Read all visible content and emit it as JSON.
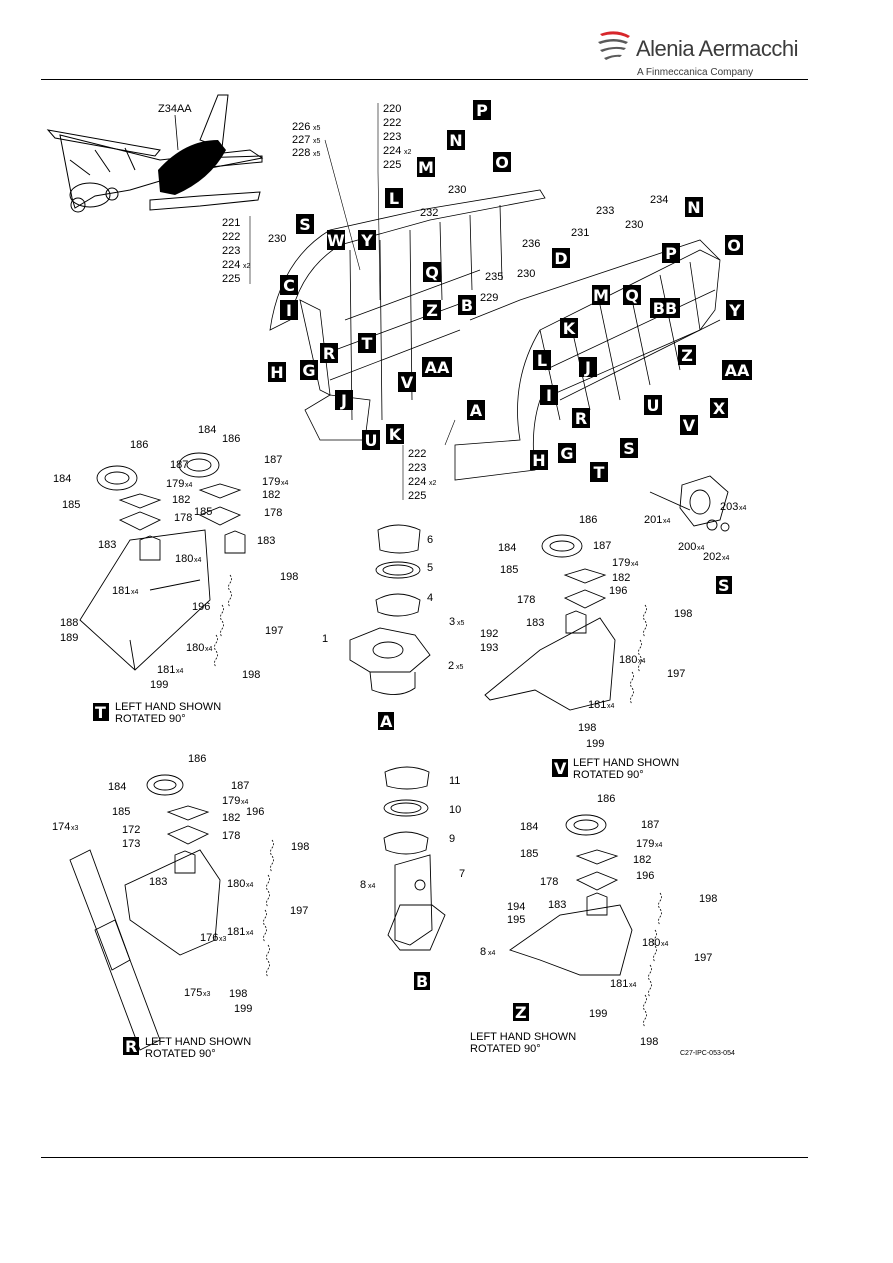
{
  "header": {
    "brand_name": "Alenia Aermacchi",
    "brand_tagline": "A Finmeccanica Company",
    "brand_colors": {
      "red": "#d7262b",
      "gray": "#5a5a5a"
    }
  },
  "aircraft_zone": "Z34AA",
  "figure_code": "C27-IPC-053-054",
  "callout_groups": {
    "g1": [
      "226",
      "227",
      "228"
    ],
    "g1_qty": [
      "x5",
      "x5",
      "x5"
    ],
    "g2": [
      "220",
      "222",
      "223",
      "224",
      "225"
    ],
    "g2_qty": "x2",
    "g3": [
      "221",
      "222",
      "223",
      "224",
      "225"
    ],
    "g4": [
      "222",
      "223",
      "224",
      "225"
    ]
  },
  "main_callouts": [
    "230",
    "232",
    "233",
    "230",
    "234",
    "231",
    "236",
    "230",
    "235",
    "229",
    "230"
  ],
  "view_tags": {
    "left": [
      "P",
      "N",
      "O",
      "M",
      "L",
      "S",
      "W",
      "Y",
      "C",
      "I",
      "Q",
      "H",
      "G",
      "R",
      "T",
      "Z",
      "AA",
      "J",
      "V",
      "U",
      "K"
    ],
    "right": [
      "N",
      "O",
      "P",
      "D",
      "M",
      "Q",
      "BB",
      "Y",
      "B",
      "K",
      "J",
      "Z",
      "AA",
      "L",
      "I",
      "A",
      "R",
      "G",
      "H",
      "T",
      "S",
      "U",
      "V",
      "X"
    ]
  },
  "detail_T": {
    "tag": "T",
    "caption_1": "LEFT HAND SHOWN",
    "caption_2": "ROTATED 90°",
    "numbers": [
      "186",
      "184",
      "186",
      "187",
      "187",
      "184",
      "179",
      "179",
      "185",
      "182",
      "182",
      "185",
      "178",
      "178",
      "183",
      "183",
      "180",
      "181",
      "198",
      "196",
      "197",
      "188",
      "189",
      "180",
      "181",
      "198",
      "199"
    ]
  },
  "detail_A": {
    "tag": "A",
    "numbers": [
      "6",
      "5",
      "4",
      "3",
      "1",
      "2"
    ]
  },
  "detail_S": {
    "tag": "S",
    "numbers": [
      "201",
      "203",
      "200",
      "202"
    ]
  },
  "detail_V": {
    "tag": "V",
    "caption_1": "LEFT HAND SHOWN",
    "caption_2": "ROTATED 90°",
    "numbers": [
      "186",
      "187",
      "184",
      "179",
      "185",
      "182",
      "196",
      "178",
      "198",
      "183",
      "192",
      "193",
      "180",
      "197",
      "181",
      "198",
      "199"
    ]
  },
  "detail_R": {
    "tag": "R",
    "caption_1": "LEFT HAND SHOWN",
    "caption_2": "ROTATED 90°",
    "numbers": [
      "186",
      "184",
      "187",
      "179",
      "185",
      "182",
      "196",
      "174",
      "172",
      "173",
      "178",
      "198",
      "183",
      "180",
      "197",
      "181",
      "176",
      "175",
      "198",
      "199"
    ]
  },
  "detail_B": {
    "tag": "B",
    "numbers": [
      "11",
      "10",
      "9",
      "8",
      "7",
      "8"
    ]
  },
  "detail_Z": {
    "tag": "Z",
    "caption_1": "LEFT HAND SHOWN",
    "caption_2": "ROTATED 90°",
    "numbers": [
      "186",
      "184",
      "187",
      "179",
      "185",
      "182",
      "178",
      "196",
      "198",
      "183",
      "194",
      "195",
      "180",
      "197",
      "181",
      "199",
      "198"
    ]
  }
}
